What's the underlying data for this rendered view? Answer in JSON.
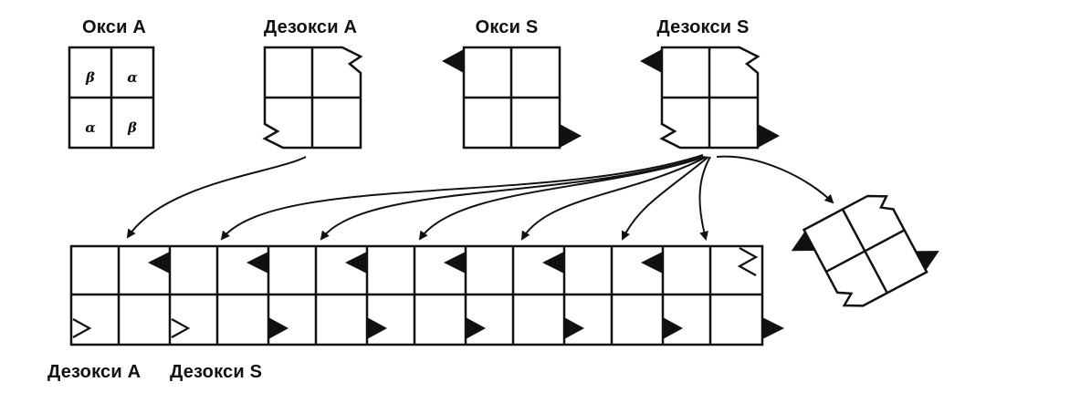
{
  "labels": {
    "oxy_a": "Окси А",
    "deoxy_a": "Дезокси А",
    "oxy_s": "Окси S",
    "deoxy_s": "Дезокси S",
    "bottom_deoxy_a": "Дезокси А",
    "bottom_deoxy_s": "Дезокси S"
  },
  "subunits": {
    "top_left": "β",
    "top_right": "α",
    "bottom_left": "α",
    "bottom_right": "β"
  },
  "colors": {
    "ink": "#111111",
    "background": "#ffffff"
  },
  "icons": [
    "sticky-patch-triangle-icon",
    "complementary-notch-icon",
    "curved-arrow-icon"
  ]
}
